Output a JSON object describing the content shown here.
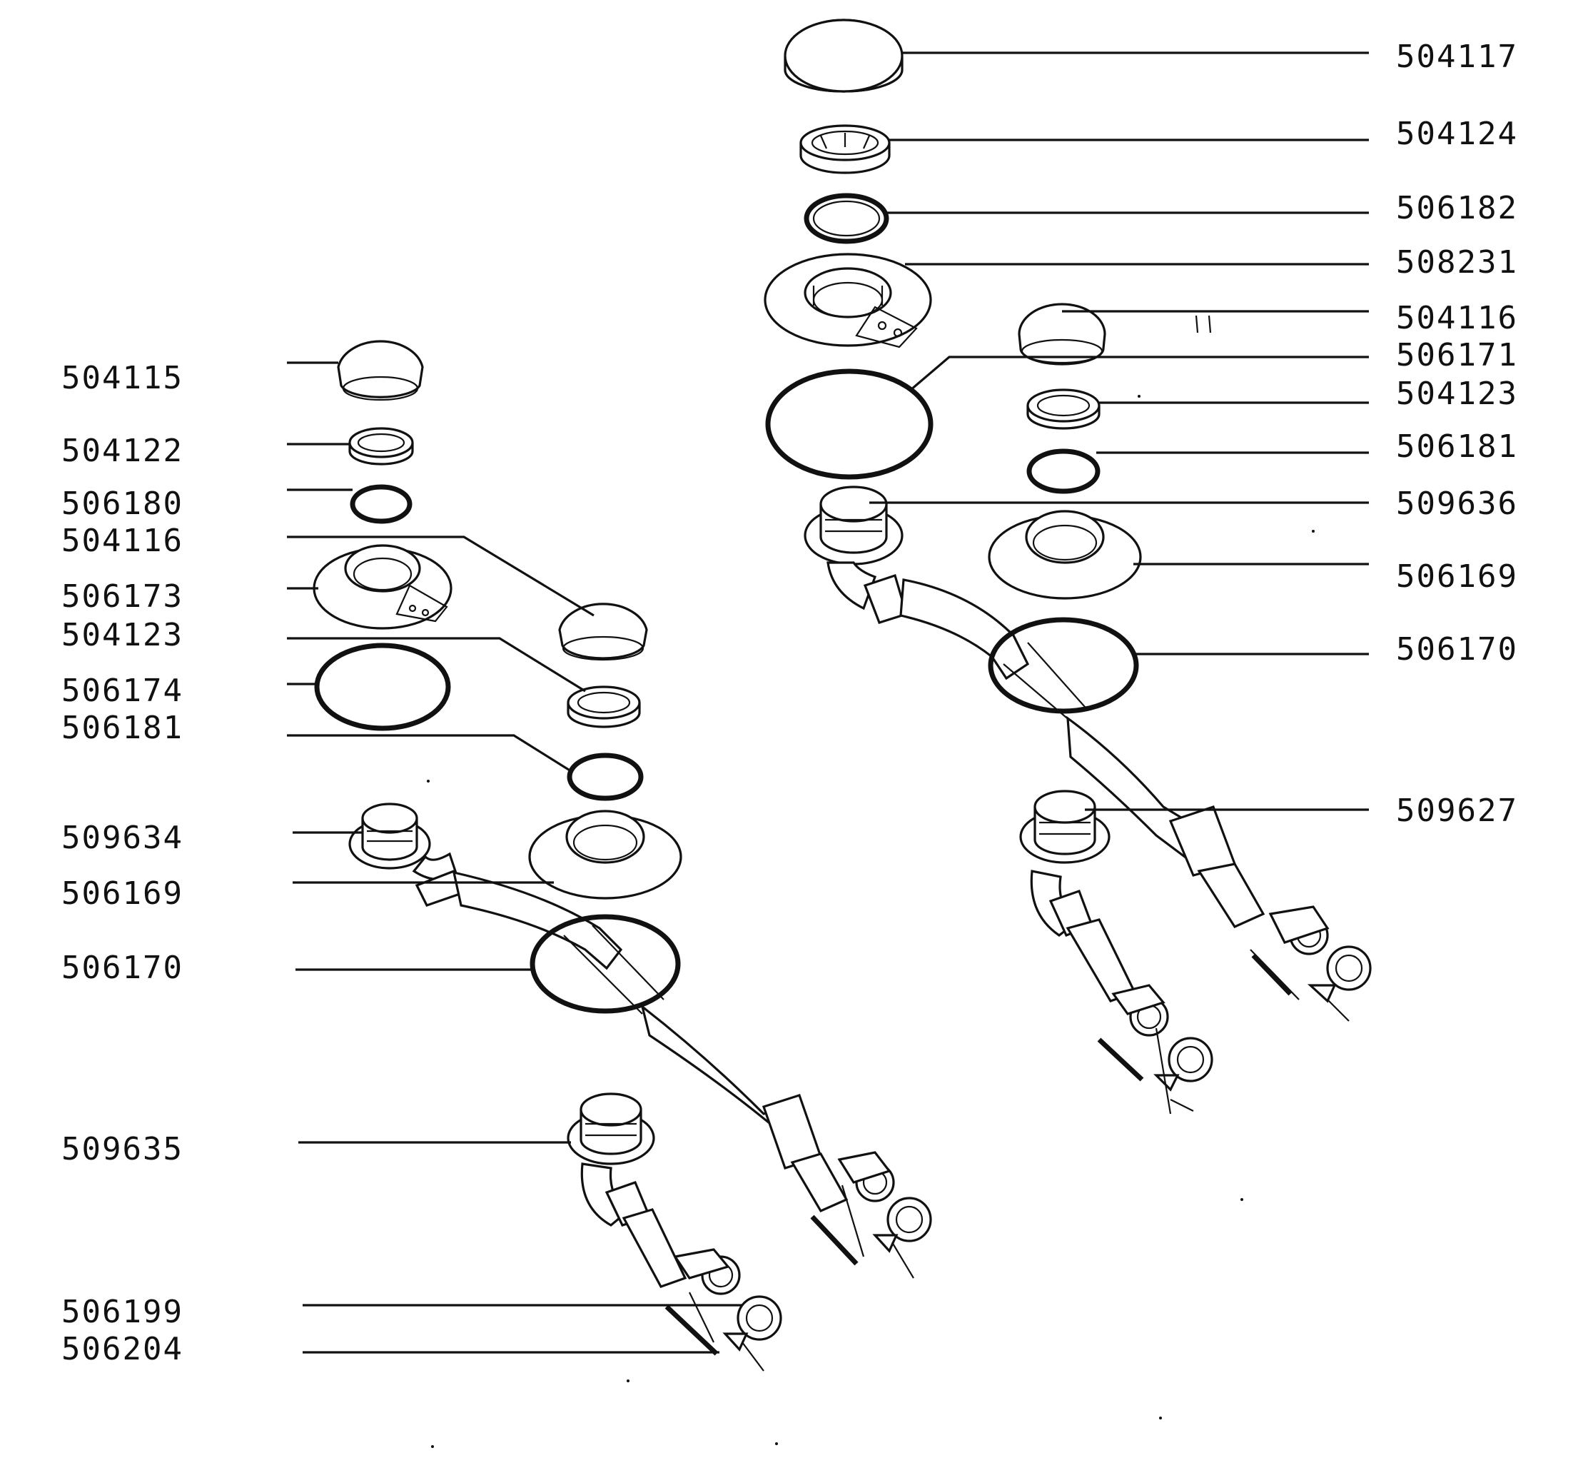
{
  "colors": {
    "ink": "#111111",
    "paper": "#ffffff"
  },
  "left_assembly": {
    "labels": [
      "504115",
      "504122",
      "506180",
      "504116",
      "506173",
      "504123",
      "506174",
      "506181",
      "509634",
      "506169",
      "506170",
      "509635",
      "506199",
      "506204"
    ]
  },
  "right_assembly": {
    "labels": [
      "504117",
      "504124",
      "506182",
      "508231",
      "504116",
      "506171",
      "504123",
      "506181",
      "509636",
      "506169",
      "506170",
      "509627"
    ]
  }
}
